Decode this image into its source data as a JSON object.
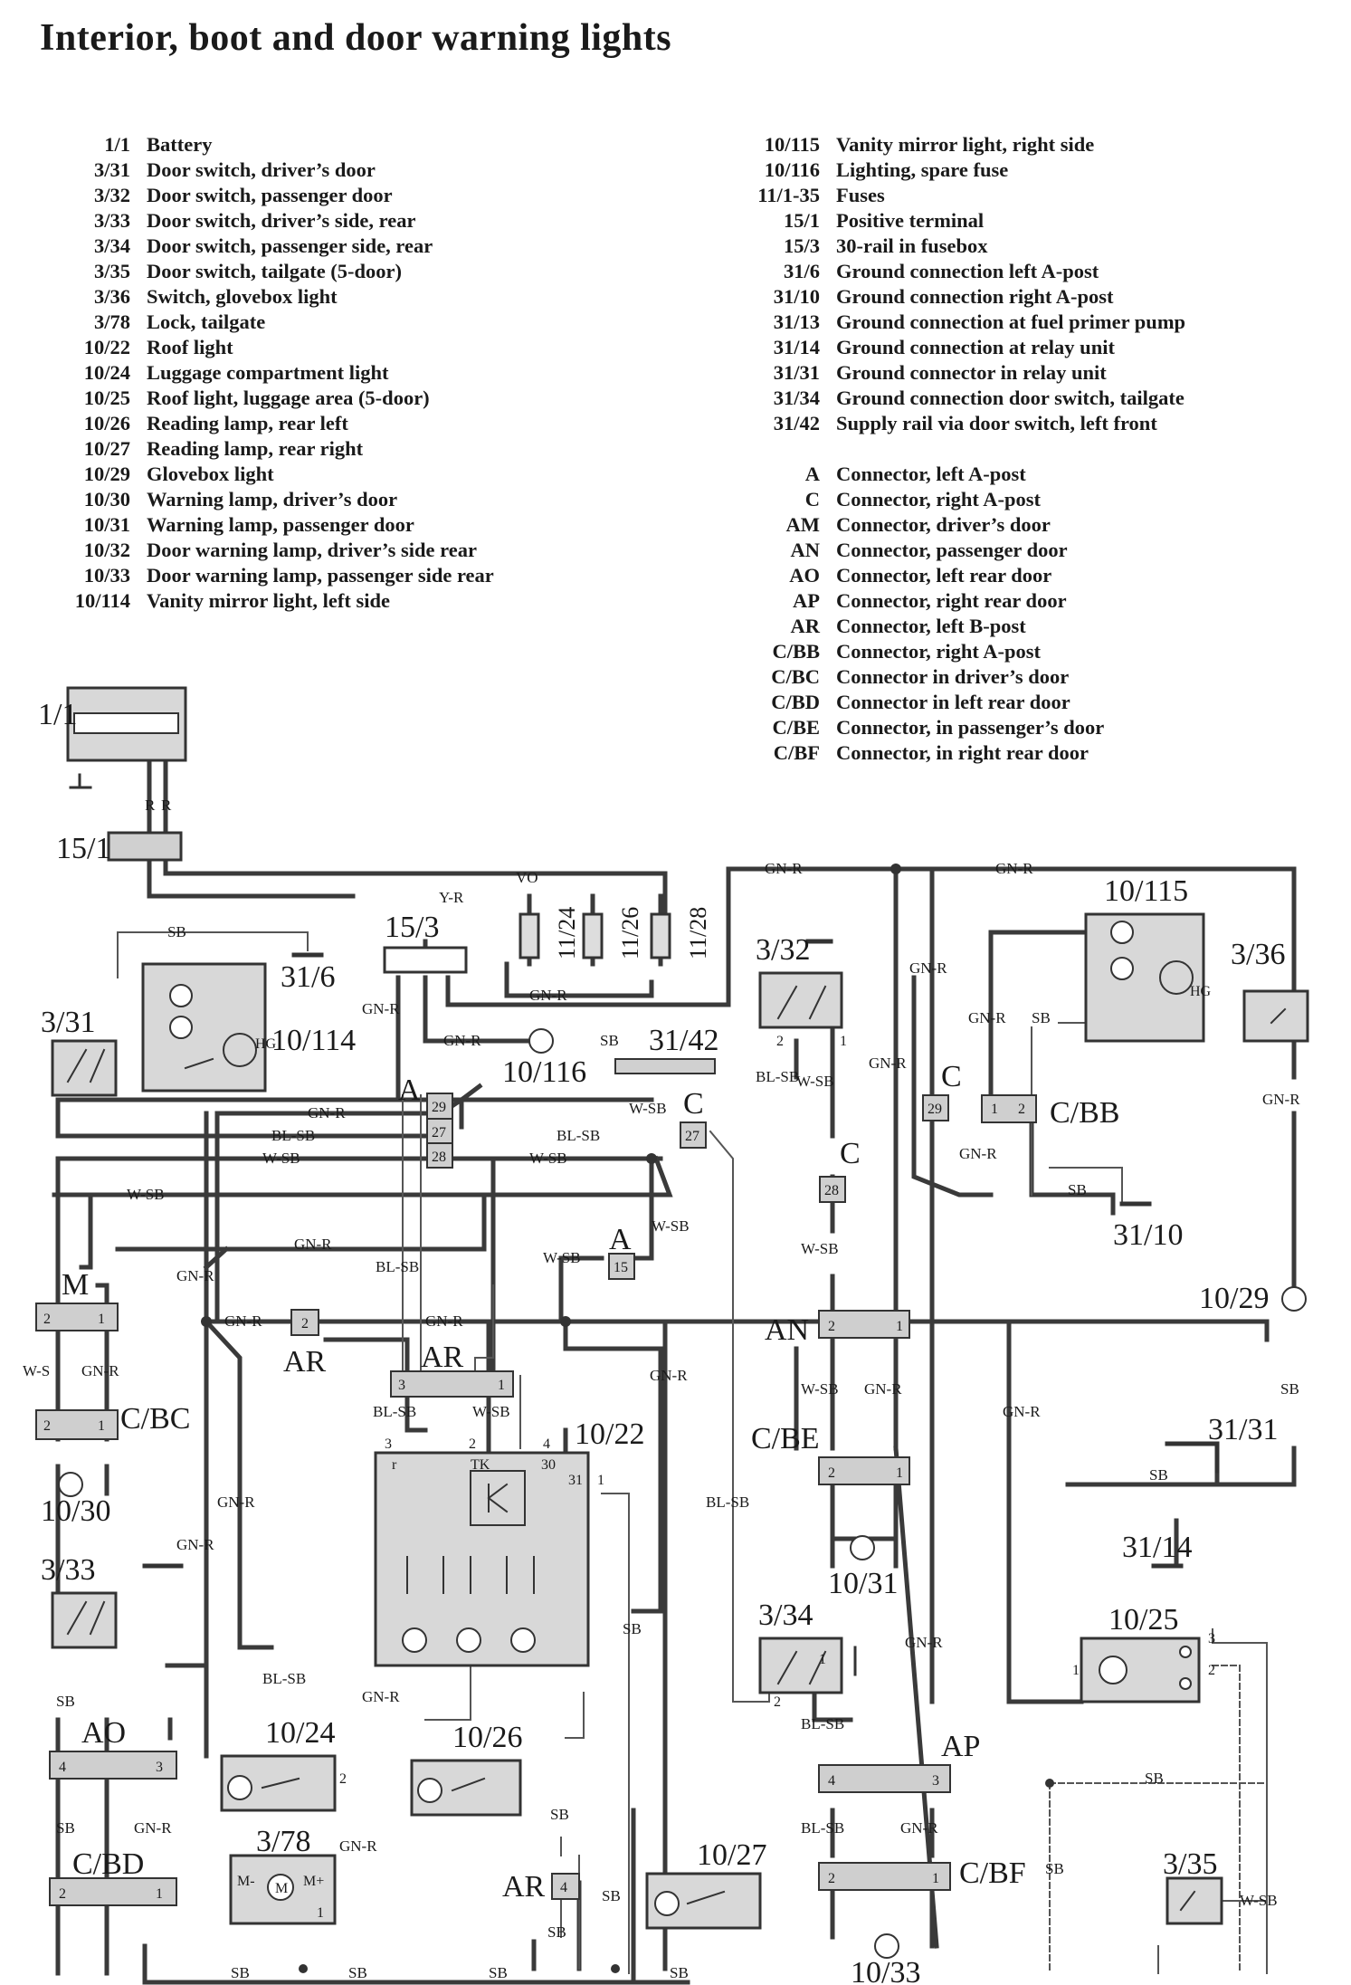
{
  "title": "Interior, boot and door warning lights",
  "legend_left": [
    {
      "code": "1/1",
      "desc": "Battery"
    },
    {
      "code": "3/31",
      "desc": "Door switch, driver’s door"
    },
    {
      "code": "3/32",
      "desc": "Door switch, passenger door"
    },
    {
      "code": "3/33",
      "desc": "Door switch, driver’s side, rear"
    },
    {
      "code": "3/34",
      "desc": "Door switch, passenger side, rear"
    },
    {
      "code": "3/35",
      "desc": "Door switch, tailgate (5-door)"
    },
    {
      "code": "3/36",
      "desc": "Switch, glovebox light"
    },
    {
      "code": "3/78",
      "desc": "Lock, tailgate"
    },
    {
      "code": "10/22",
      "desc": "Roof light"
    },
    {
      "code": "10/24",
      "desc": "Luggage compartment light"
    },
    {
      "code": "10/25",
      "desc": "Roof light, luggage area (5-door)"
    },
    {
      "code": "10/26",
      "desc": "Reading lamp, rear left"
    },
    {
      "code": "10/27",
      "desc": "Reading lamp, rear right"
    },
    {
      "code": "10/29",
      "desc": "Glovebox light"
    },
    {
      "code": "10/30",
      "desc": "Warning lamp, driver’s door"
    },
    {
      "code": "10/31",
      "desc": "Warning lamp, passenger door"
    },
    {
      "code": "10/32",
      "desc": "Door warning lamp, driver’s side rear"
    },
    {
      "code": "10/33",
      "desc": "Door warning lamp, passenger side rear"
    },
    {
      "code": "10/114",
      "desc": "Vanity mirror light, left side"
    }
  ],
  "legend_right": [
    {
      "code": "10/115",
      "desc": "Vanity mirror light, right side"
    },
    {
      "code": "10/116",
      "desc": "Lighting, spare fuse"
    },
    {
      "code": "11/1-35",
      "desc": "Fuses"
    },
    {
      "code": "15/1",
      "desc": "Positive terminal"
    },
    {
      "code": "15/3",
      "desc": "30-rail in fusebox"
    },
    {
      "code": "31/6",
      "desc": "Ground connection left A-post"
    },
    {
      "code": "31/10",
      "desc": "Ground connection right A-post"
    },
    {
      "code": "31/13",
      "desc": "Ground connection at fuel primer pump"
    },
    {
      "code": "31/14",
      "desc": "Ground connection at relay unit"
    },
    {
      "code": "31/31",
      "desc": "Ground connector in relay unit"
    },
    {
      "code": "31/34",
      "desc": "Ground connection door switch, tailgate"
    },
    {
      "code": "31/42",
      "desc": "Supply rail via door switch, left front"
    }
  ],
  "legend_connectors": [
    {
      "code": "A",
      "desc": "Connector, left A-post"
    },
    {
      "code": "C",
      "desc": "Connector, right A-post"
    },
    {
      "code": "AM",
      "desc": "Connector, driver’s door"
    },
    {
      "code": "AN",
      "desc": "Connector, passenger door"
    },
    {
      "code": "AO",
      "desc": "Connector, left rear door"
    },
    {
      "code": "AP",
      "desc": "Connector, right rear door"
    },
    {
      "code": "AR",
      "desc": "Connector, left B-post"
    },
    {
      "code": "C/BB",
      "desc": "Connector, right A-post"
    },
    {
      "code": "C/BC",
      "desc": "Connector in driver’s door"
    },
    {
      "code": "C/BD",
      "desc": "Connector in left rear door"
    },
    {
      "code": "C/BE",
      "desc": "Connector, in passenger’s door"
    },
    {
      "code": "C/BF",
      "desc": "Connector, in right rear door"
    }
  ],
  "diagram": {
    "components": {
      "battery": "1/1",
      "positive_terminal": "15/1",
      "rail": "15/3",
      "fuse_a": "11/24",
      "fuse_b": "11/26",
      "fuse_c": "11/28",
      "gnd_left_apost": "31/6",
      "gnd_right_apost": "31/10",
      "gnd_relay": "31/14",
      "gnd_relay_unit": "31/31",
      "supply_rail": "31/42",
      "vanity_left": "10/114",
      "vanity_right": "10/115",
      "spare_fuse": "10/116",
      "roof_light": "10/22",
      "luggage_light": "10/24",
      "roof_light_luggage": "10/25",
      "reading_left": "10/26",
      "reading_right": "10/27",
      "glovebox_light": "10/29",
      "warn_driver": "10/30",
      "warn_passenger": "10/31",
      "warn_right_rear": "10/33",
      "sw_driver": "3/31",
      "sw_passenger": "3/32",
      "sw_driver_rear": "3/33",
      "sw_passenger_rear": "3/34",
      "sw_tailgate": "3/35",
      "sw_glovebox": "3/36",
      "lock_tailgate": "3/78"
    },
    "connectors": {
      "a": "A",
      "c": "C",
      "am": "M",
      "an": "AN",
      "ao": "AO",
      "ap": "AP",
      "ar": "AR",
      "cbb": "C/BB",
      "cbc": "C/BC",
      "cbd": "C/BD",
      "cbe": "C/BE",
      "cbf": "C/BF"
    },
    "wire_colors": {
      "gnr": "GN-R",
      "yr": "Y-R",
      "vo": "VO",
      "sb": "SB",
      "blsb": "BL-SB",
      "wsb": "W-SB",
      "ws": "W-S",
      "r": "R"
    },
    "pins": {
      "p1": "1",
      "p2": "2",
      "p3": "3",
      "p4": "4",
      "p15": "15",
      "p27": "27",
      "p28": "28",
      "p29": "29",
      "p30": "30",
      "p31": "31",
      "r": "r",
      "tk": "TK",
      "hg": "HG",
      "m_minus": "M-",
      "m_plus": "M+",
      "m": "M"
    }
  }
}
